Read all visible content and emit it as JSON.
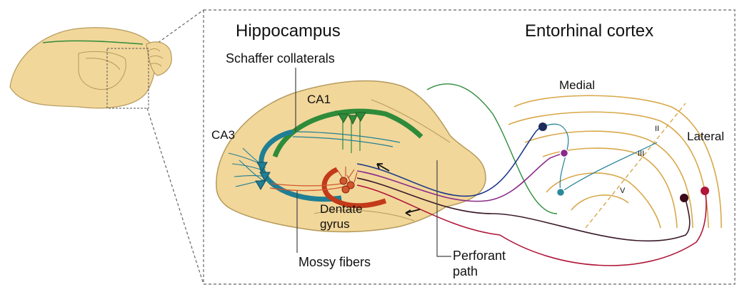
{
  "titles": {
    "hippocampus": "Hippocampus",
    "entorhinal": "Entorhinal cortex"
  },
  "labels": {
    "schaffer": "Schaffer collaterals",
    "ca1": "CA1",
    "ca3": "CA3",
    "dentate": "Dentate gyrus",
    "mossy": "Mossy fibers",
    "perforant": "Perforant path",
    "medial": "Medial",
    "lateral": "Lateral",
    "layer_ii": "II",
    "layer_iii": "III",
    "layer_v": "V"
  },
  "colors": {
    "brain_fill": "#f2d79a",
    "brain_stroke": "#b59a5c",
    "ec_lines": "#d9a84a",
    "ca1_green": "#2e8b3a",
    "ca3_teal": "#1f7f95",
    "dentate_red": "#c23a1a",
    "perforant_blue": "#1e3a8a",
    "perforant_purple": "#8a2a8a",
    "perforant_crimson": "#b0163a",
    "dash_gray": "#666666"
  }
}
